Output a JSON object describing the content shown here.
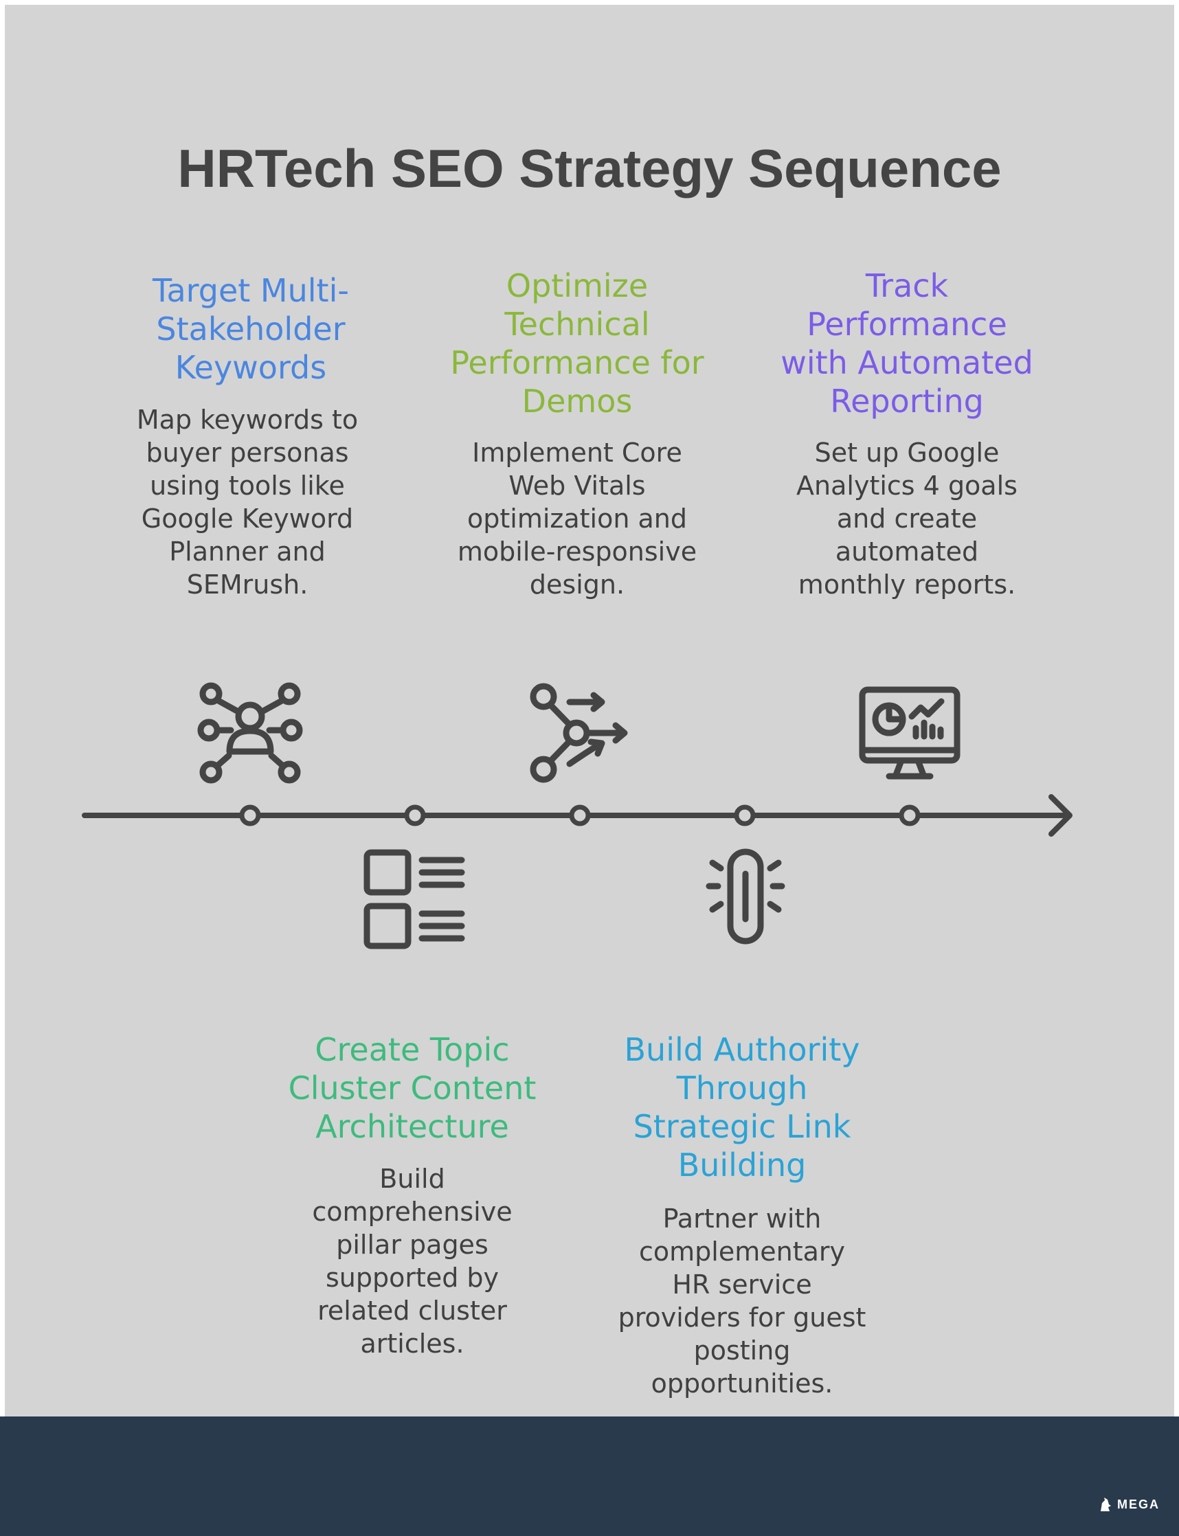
{
  "title": "HRTech SEO Strategy Sequence",
  "colors": {
    "background": "#d4d4d4",
    "footer": "#2a3a4d",
    "line": "#444444",
    "step1": "#4a86e0",
    "step2": "#3dbb7d",
    "step3": "#8ab83a",
    "step4": "#2aa3d6",
    "step5": "#7b5ce8"
  },
  "steps": [
    {
      "title": "Target Multi-\nStakeholder\nKeywords",
      "description": "Map keywords to\nbuyer personas\nusing tools like\nGoogle Keyword\nPlanner and\nSEMrush.",
      "icon": "user-network-icon"
    },
    {
      "title": "Create Topic\nCluster Content\nArchitecture",
      "description": "Build\ncomprehensive\npillar pages\nsupported by\nrelated cluster\narticles.",
      "icon": "content-grid-icon"
    },
    {
      "title": "Optimize\nTechnical\nPerformance for\nDemos",
      "description": "Implement Core\nWeb Vitals\noptimization and\nmobile-responsive\ndesign.",
      "icon": "branch-arrows-icon"
    },
    {
      "title": "Build Authority\nThrough\nStrategic Link\nBuilding",
      "description": "Partner with\ncomplementary\nHR service\nproviders for guest\nposting\nopportunities.",
      "icon": "link-icon"
    },
    {
      "title": "Track\nPerformance\nwith Automated\nReporting",
      "description": "Set up Google\nAnalytics 4 goals\nand create\nautomated\nmonthly reports.",
      "icon": "monitor-analytics-icon"
    }
  ],
  "brand": {
    "label": "MEGA",
    "icon": "mega-logo-icon"
  }
}
